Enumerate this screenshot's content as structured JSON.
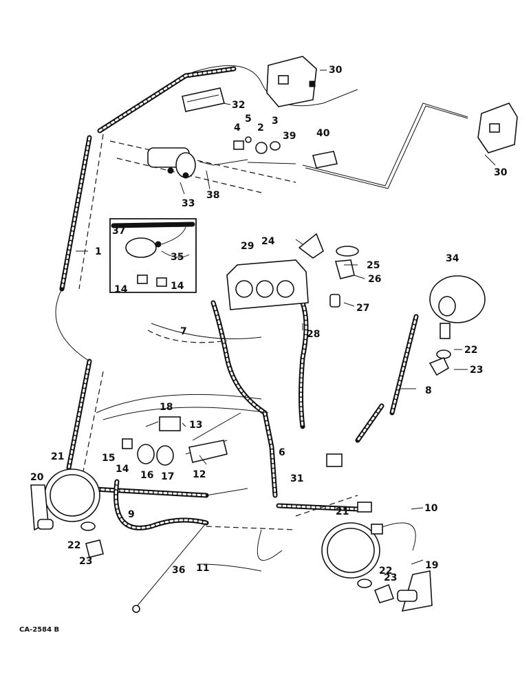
{
  "drawing_code": "CA-2584 B",
  "callouts": [
    "1",
    "2",
    "3",
    "4",
    "5",
    "6",
    "7",
    "8",
    "9",
    "10",
    "11",
    "12",
    "13",
    "14",
    "14",
    "14",
    "15",
    "16",
    "17",
    "18",
    "19",
    "20",
    "21",
    "21",
    "22",
    "22",
    "22",
    "23",
    "23",
    "23",
    "24",
    "25",
    "26",
    "27",
    "28",
    "29",
    "30",
    "30",
    "31",
    "32",
    "33",
    "34",
    "35",
    "36",
    "37",
    "38",
    "39",
    "40"
  ]
}
